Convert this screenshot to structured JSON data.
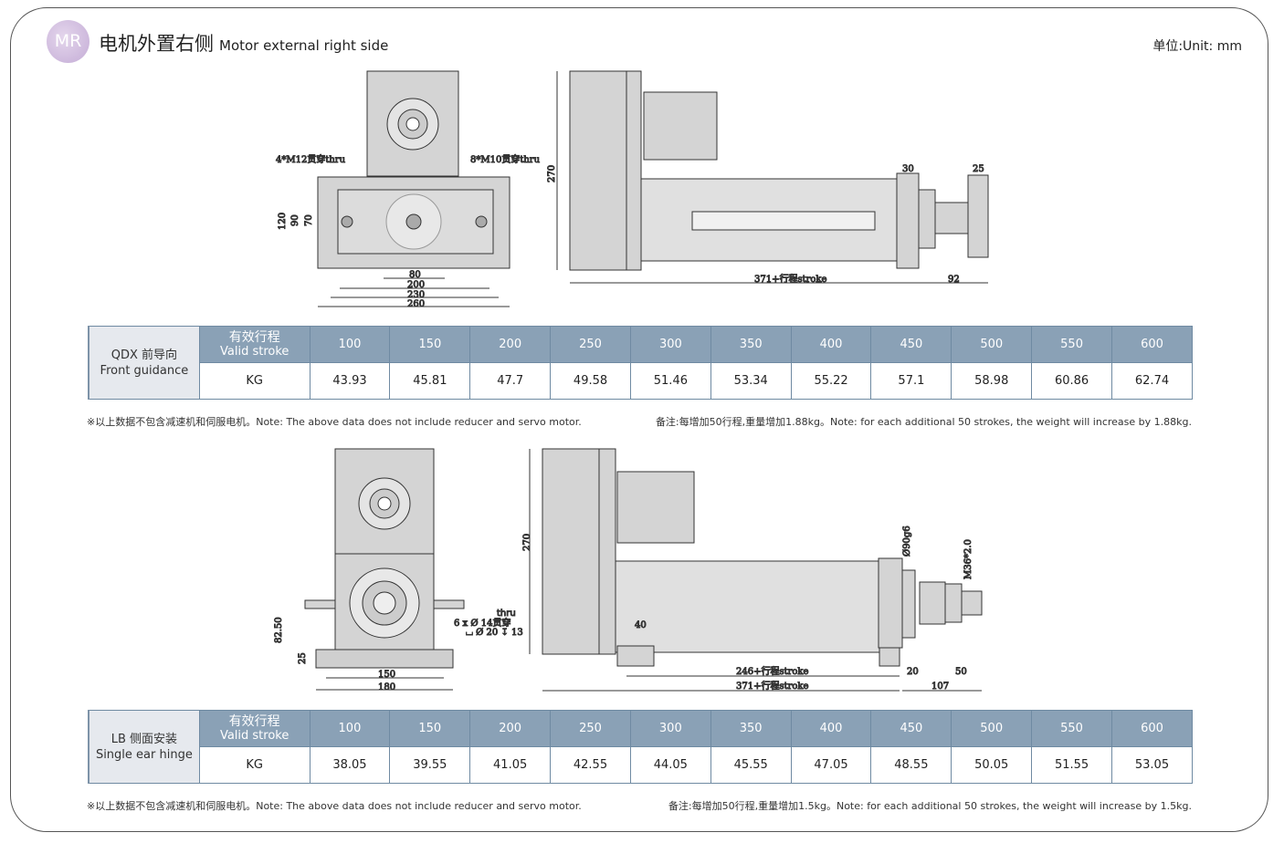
{
  "header": {
    "badge": "MR",
    "title_cn": "电机外置右侧",
    "title_en": "Motor external right side",
    "unit": "单位:Unit: mm"
  },
  "section1": {
    "drawing_labels": {
      "hole_left": "4*M12贯穿thru",
      "hole_right": "8*M10贯穿thru",
      "d120": "120",
      "d90": "90",
      "d70": "70",
      "d80": "80",
      "d200": "200",
      "d230": "230",
      "d260": "260",
      "d270": "270",
      "d30": "30",
      "d25": "25",
      "stroke": "371+行程stroke",
      "d92": "92"
    },
    "table": {
      "label_code": "QDX 前导向",
      "label_en": "Front guidance",
      "stroke_cn": "有效行程",
      "stroke_en": "Valid stroke",
      "unit": "KG",
      "strokes": [
        "100",
        "150",
        "200",
        "250",
        "300",
        "350",
        "400",
        "450",
        "500",
        "550",
        "600"
      ],
      "weights": [
        "43.93",
        "45.81",
        "47.7",
        "49.58",
        "51.46",
        "53.34",
        "55.22",
        "57.1",
        "58.98",
        "60.86",
        "62.74"
      ]
    },
    "note_left": "※以上数据不包含减速机和伺服电机。Note: The above data does not include reducer and servo motor.",
    "note_right": "备注:每增加50行程,重量增加1.88kg。Note: for each additional 50 strokes, the weight will increase by 1.88kg."
  },
  "section2": {
    "drawing_labels": {
      "d82": "82.50",
      "d25": "25",
      "d150": "150",
      "d180": "180",
      "thru": "thru",
      "holes": "6 x Ø 14贯穿",
      "cbore": "⌴ Ø 20 ↧ 13",
      "d270": "270",
      "phi90": "Ø90g6",
      "m36": "M36*2.0",
      "d40": "40",
      "stroke246": "246+行程stroke",
      "stroke371": "371+行程stroke",
      "d20": "20",
      "d50": "50",
      "d107": "107"
    },
    "table": {
      "label_code": "LB 侧面安装",
      "label_en": "Single ear hinge",
      "stroke_cn": "有效行程",
      "stroke_en": "Valid stroke",
      "unit": "KG",
      "strokes": [
        "100",
        "150",
        "200",
        "250",
        "300",
        "350",
        "400",
        "450",
        "500",
        "550",
        "600"
      ],
      "weights": [
        "38.05",
        "39.55",
        "41.05",
        "42.55",
        "44.05",
        "45.55",
        "47.05",
        "48.55",
        "50.05",
        "51.55",
        "53.05"
      ]
    },
    "note_left": "※以上数据不包含减速机和伺服电机。Note: The above data does not include reducer and servo motor.",
    "note_right": "备注:每增加50行程,重量增加1.5kg。Note: for each additional 50 strokes, the weight will increase by 1.5kg."
  }
}
